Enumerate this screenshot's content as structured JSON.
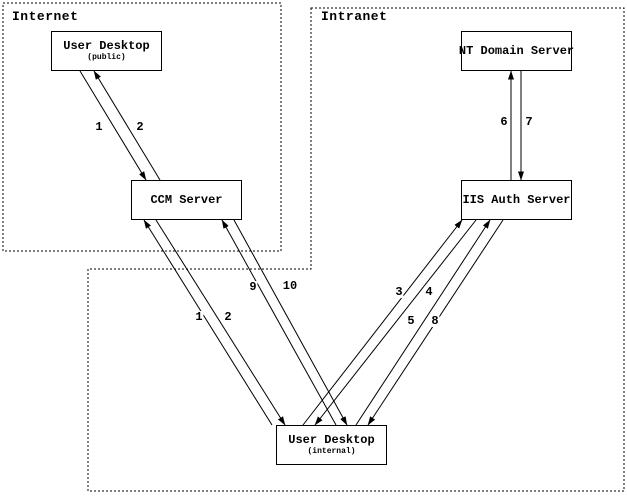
{
  "diagram": {
    "zones": [
      {
        "id": "internet",
        "label": "Internet"
      },
      {
        "id": "intranet",
        "label": "Intranet"
      }
    ],
    "nodes": [
      {
        "id": "user-desktop-public",
        "title": "User Desktop",
        "subtitle": "(public)",
        "zone": "internet"
      },
      {
        "id": "ccm-server",
        "title": "CCM Server",
        "subtitle": "",
        "zone": "internet"
      },
      {
        "id": "nt-domain-server",
        "title": "NT Domain Server",
        "subtitle": "",
        "zone": "intranet"
      },
      {
        "id": "iis-auth-server",
        "title": "IIS Auth Server",
        "subtitle": "",
        "zone": "intranet"
      },
      {
        "id": "user-desktop-internal",
        "title": "User Desktop",
        "subtitle": "(internal)",
        "zone": "intranet"
      }
    ],
    "edges": [
      {
        "step": "1",
        "from": "user-desktop-public",
        "to": "ccm-server"
      },
      {
        "step": "2",
        "from": "ccm-server",
        "to": "user-desktop-public"
      },
      {
        "step": "1",
        "from": "user-desktop-internal",
        "to": "ccm-server"
      },
      {
        "step": "2",
        "from": "ccm-server",
        "to": "user-desktop-internal"
      },
      {
        "step": "3",
        "from": "user-desktop-internal",
        "to": "iis-auth-server"
      },
      {
        "step": "4",
        "from": "iis-auth-server",
        "to": "user-desktop-internal"
      },
      {
        "step": "5",
        "from": "user-desktop-internal",
        "to": "iis-auth-server"
      },
      {
        "step": "6",
        "from": "iis-auth-server",
        "to": "nt-domain-server"
      },
      {
        "step": "7",
        "from": "nt-domain-server",
        "to": "iis-auth-server"
      },
      {
        "step": "8",
        "from": "iis-auth-server",
        "to": "user-desktop-internal"
      },
      {
        "step": "9",
        "from": "user-desktop-internal",
        "to": "ccm-server"
      },
      {
        "step": "10",
        "from": "ccm-server",
        "to": "user-desktop-internal"
      }
    ],
    "colors": {
      "ink": "#000000",
      "background": "#ffffff"
    }
  }
}
